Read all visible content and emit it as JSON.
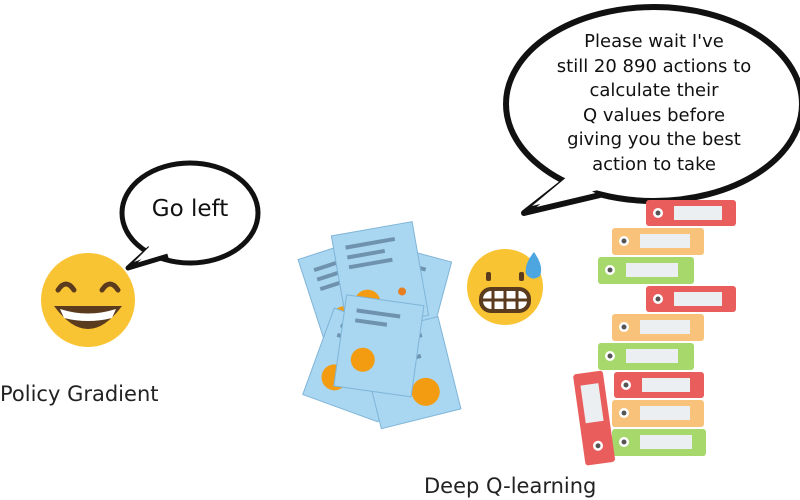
{
  "policy": {
    "speech": "Go left",
    "label": "Policy Gradient"
  },
  "dqn": {
    "speech_lines": [
      "Please wait I've",
      "still 20 890  actions to",
      "calculate their",
      "Q values before",
      "giving you the best",
      "action to take"
    ],
    "label": "Deep Q-learning"
  },
  "colors": {
    "emoji_yellow": "#F9C433",
    "emoji_dark": "#5A3B1E",
    "binder_red": "#E95D5D",
    "binder_orange": "#F9C27A",
    "binder_green": "#A6D86B",
    "paper_blue": "#A9D6F1"
  },
  "icons": [
    "grinning-face-icon",
    "grimacing-sweat-face-icon",
    "document-pile-icon",
    "binder-stack-icon"
  ]
}
